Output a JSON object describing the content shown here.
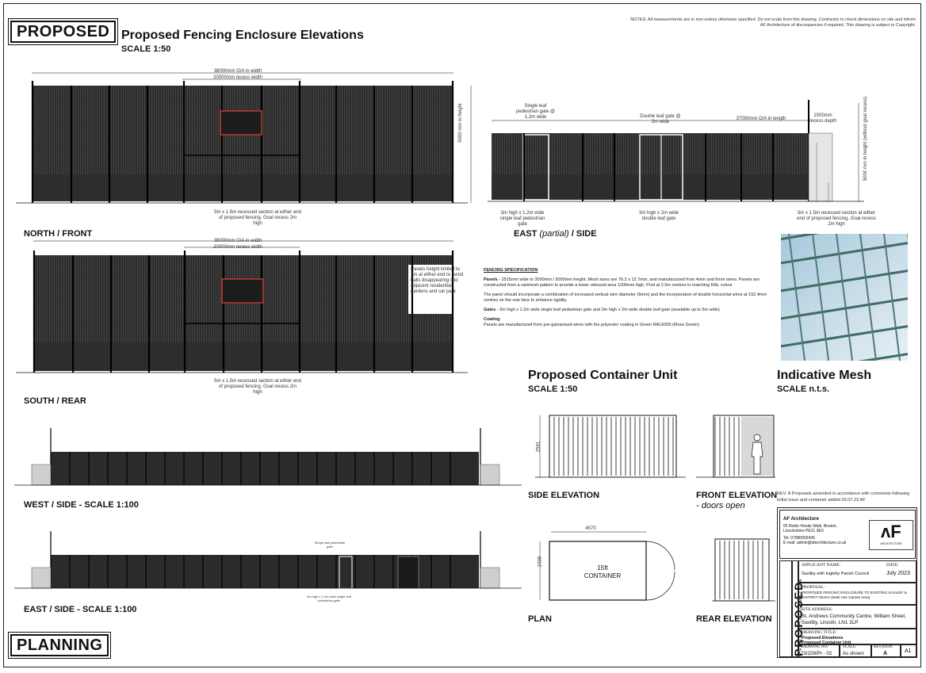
{
  "stamp_top": "PROPOSED",
  "stamp_bottom": "PLANNING",
  "main_title": "Proposed Fencing Enclosure Elevations",
  "main_scale": "SCALE  1:50",
  "notes": "NOTES: All measurements are in mm unless otherwise specified. Do not scale from this drawing. Contractor to check dimensions on site and inform AF Architecture of discrepancies if required. This drawing is subject to Copyright.",
  "north": {
    "label": "NORTH / FRONT",
    "dim_overall": "38000mm O/A in width",
    "dim_recess": "20000mm recess width",
    "dim_height": "5000 mm in height",
    "caption": "5m x 1.5m recessed section at either end of proposed fencing. Goal recess 2m high"
  },
  "east_partial": {
    "label_a": "EAST",
    "label_b": "(partial)",
    "label_c": "/ SIDE",
    "dim_single_gate": "Single leaf pedestrian gate @ 1.2m wide",
    "dim_double_gate": "Double leaf gate @ 2m wide",
    "dim_overall": "37000mm O/A in length",
    "dim_recess": "1500mm recess depth",
    "dim_height": "5000 mm in height (without goal recess)",
    "cap_single": "3m high x 1.2m wide single leaf pedestrian gate",
    "cap_double": "3m high x 2m wide double leaf gate",
    "cap_recess": "5m x 1.5m recessed section at either end of proposed fencing. Goal recess 2m high"
  },
  "south": {
    "label": "SOUTH / REAR",
    "dim_overall": "38000mm O/A in width",
    "dim_recess": "20000mm recess width",
    "note": "Panels height limited to 3m at either end to avoid balls disappearing into adjacent residential gardens and car park",
    "caption": "5m x 1.5m recessed section at either end of proposed fencing. Goal recess 2m high"
  },
  "spec": {
    "heading": "FENCING SPECIFICATION",
    "panels_label": "Panels",
    "panels_text": " - 2515mm wide to 3000mm / 5000mm height. Mesh sizes are 76.2 x 12.7mm, and manufactured from 4mm and 6mm wires. Panels are constructed from a varimesh pattern to provide a lower rebound area 1200mm high. Post at 2.5m centres in matching RAL colour",
    "panel_extra": "The panel should incorporate a combination of increased vertical wire diameter (6mm) and the incorporation of double horizontal wires at 152.4mm centres on the rear face to enhance rigidity.",
    "gates_label": "Gates",
    "gates_text": " - 3m high x 1.2m wide single leaf pedestrian gate and 3m high x 2m wide double leaf gate (available up to 5m wide)",
    "coating_label": "Coating",
    "coating_text": "Panels are manufactured from pre-galvanised wires with the polyester coating in Green RAL6005 (Moss Green)"
  },
  "container": {
    "title": "Proposed Container Unit",
    "scale": "SCALE  1:50",
    "side_elev": "SIDE ELEVATION",
    "front_elev": "FRONT ELEVATION",
    "front_sub": "- doors open",
    "plan": "PLAN",
    "rear_elev": "REAR ELEVATION",
    "plan_text_1": "15ft",
    "plan_text_2": "CONTAINER",
    "dim_length": "4570",
    "dim_width": "2438",
    "dim_height": "2591"
  },
  "mesh": {
    "title": "Indicative Mesh",
    "scale": "SCALE  n.t.s."
  },
  "west": {
    "label": "WEST / SIDE - SCALE  1:100"
  },
  "east": {
    "label": "EAST / SIDE - SCALE  1:100",
    "gate_note": "Single leaf pedestrian gate",
    "gate_cap": "3m high x 1.2m wide single leaf pedestrian gate"
  },
  "revision_note": "REV. A Proposals amended in accordance with comments following initial issue and container added 20.07.23 AF",
  "titleblock": {
    "firm": "AF Architecture",
    "addr1": "65 Robin Hoods Walk, Boston,",
    "addr2": "Lincolnshire PE21 9EX",
    "tel": "Tel: 07980655436",
    "email": "E-mail: admin@afarchitecture.co.uk",
    "logo_text": "ARCHITECTURE",
    "side_big": "PROPOSED",
    "side_small": "PROJECT INFORMATION",
    "applicant_label": "APPLICANT NAME:",
    "applicant": "Saxilby with Ingleby Parish Council",
    "date_label": "DATE:",
    "date": "July 2023",
    "proposal_label": "PROPOSAL:",
    "proposal": "PROPOSED FENCING ENCLOSURE TO EXISTING SAXILBY & DISTRICT MUGA (Multi Use Games Area)",
    "site_label": "SITE ADDRESS:",
    "site": "St. Andrews Community Centre, William Street, Saxilby, Lincoln, LN1 2LP",
    "drawing_title_label": "DRAWING TITLE:",
    "drawing_title_1": "Proposed Elevations",
    "drawing_title_2": "Proposed Container Unit",
    "drawing_no_label": "DRAWING NO:",
    "drawing_no": "23/228/Pr - 02",
    "scale_label": "SCALE:",
    "scale": "As shown",
    "revision_label": "REVISION:",
    "revision": "A",
    "paper": "A1"
  }
}
